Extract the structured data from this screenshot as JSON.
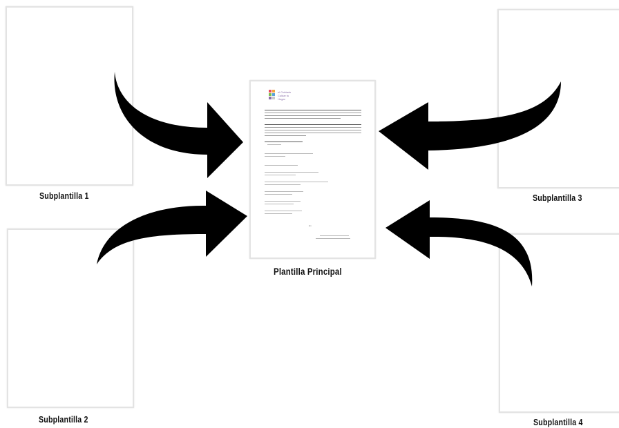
{
  "main_template": {
    "label": "Plantilla Principal",
    "logo_text_line1": "el Cuidado",
    "logo_text_line2": "Cuidar tu Hogar",
    "city_text": "En"
  },
  "subtemplates": [
    {
      "label": "Subplantilla 1"
    },
    {
      "label": "Subplantilla 2"
    },
    {
      "label": "Subplantilla 3"
    },
    {
      "label": "Subplantilla 4"
    }
  ],
  "colors": {
    "arrow": "#000000",
    "page_border": "#e3e3e3",
    "logo_colors": [
      "#e94e5b",
      "#f3a43b",
      "#7fbf4d",
      "#5aa0d8",
      "#8a6ea8",
      "#c9c9c9"
    ]
  },
  "icons": {
    "arrow": "curved-arrow-icon"
  }
}
